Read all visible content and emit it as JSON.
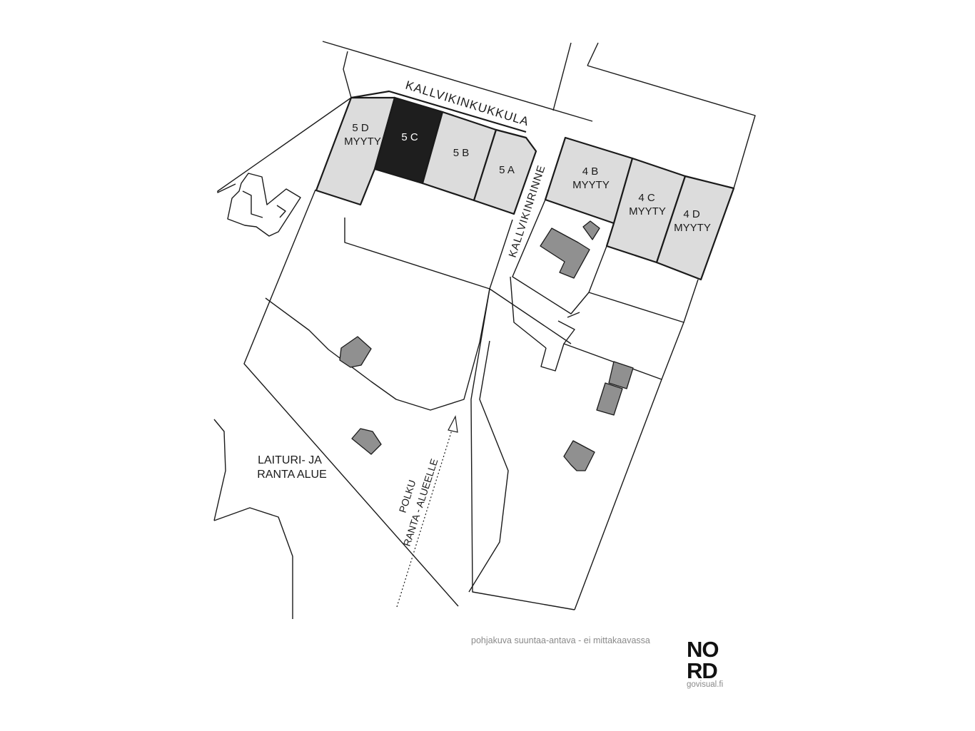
{
  "roads": {
    "kallvikinkukkula": "KALLVIKINKUKKULA",
    "kallvikinrinne": "KALLVIKINRINNE"
  },
  "plots": [
    {
      "id": "5d",
      "line1": "5 D",
      "line2": "MYYTY",
      "status": "sold",
      "color": "#dcdcdc"
    },
    {
      "id": "5c",
      "line1": "5 C",
      "line2": "",
      "status": "selected",
      "color": "#1e1e1e"
    },
    {
      "id": "5b",
      "line1": "5 B",
      "line2": "",
      "status": "available",
      "color": "#dcdcdc"
    },
    {
      "id": "5a",
      "line1": "5 A",
      "line2": "",
      "status": "available",
      "color": "#dcdcdc"
    },
    {
      "id": "4b",
      "line1": "4 B",
      "line2": "MYYTY",
      "status": "sold",
      "color": "#dcdcdc"
    },
    {
      "id": "4c",
      "line1": "4 C",
      "line2": "MYYTY",
      "status": "sold",
      "color": "#dcdcdc"
    },
    {
      "id": "4d",
      "line1": "4 D",
      "line2": "MYYTY",
      "status": "sold",
      "color": "#dcdcdc"
    }
  ],
  "areas": {
    "laituri_line1": "LAITURI- JA",
    "laituri_line2": "RANTA ALUE"
  },
  "path": {
    "line1": "POLKU",
    "line2": "RANTA - ALUEELLE"
  },
  "footer": {
    "note": "pohjakuva suuntaa-antava - ei mittakaavassa",
    "logo_line1": "NO",
    "logo_line2": "RD",
    "logo_url": "govisual.fi"
  },
  "colors": {
    "building": "#909090",
    "line": "#1a1a1a",
    "note_text": "#8a8a8a"
  }
}
